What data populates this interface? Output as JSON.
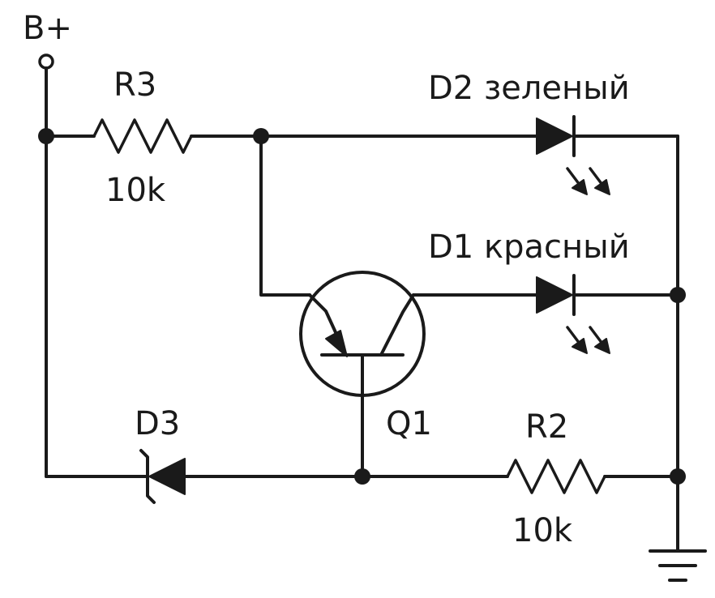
{
  "supply": {
    "label": "B+"
  },
  "components": {
    "r3": {
      "name": "R3",
      "value": "10k"
    },
    "r2": {
      "name": "R2",
      "value": "10k"
    },
    "d2": {
      "label": "D2 зеленый"
    },
    "d1": {
      "label": "D1 красный"
    },
    "d3": {
      "name": "D3"
    },
    "q1": {
      "name": "Q1"
    }
  }
}
